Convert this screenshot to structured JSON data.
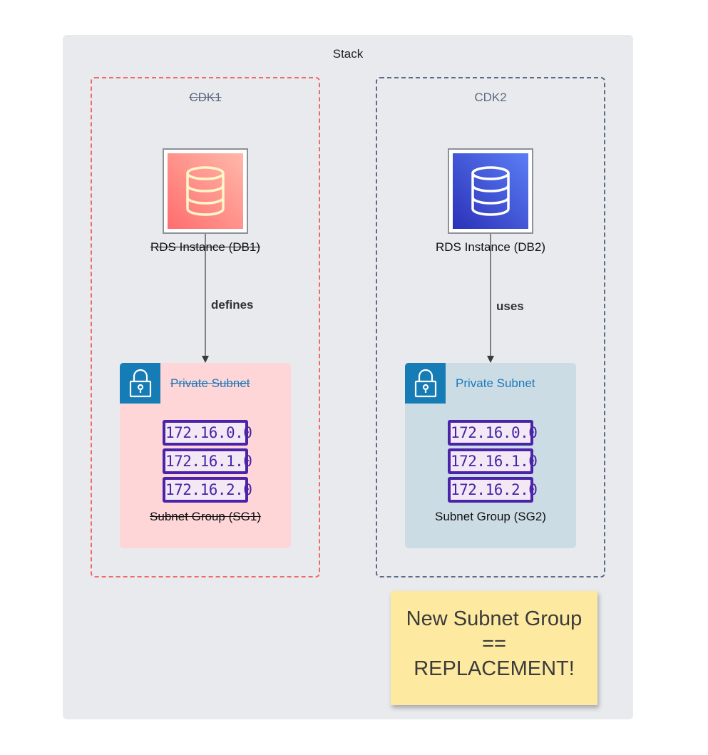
{
  "stack": {
    "title": "Stack"
  },
  "cdk1": {
    "label": "CDK1",
    "rds_label": "RDS Instance (DB1)",
    "edge_label": "defines",
    "subnet_title": "Private Subnet",
    "subnet_group_label": "Subnet Group (SG1)",
    "ips": [
      "172.16.0.0",
      "172.16.1.0",
      "172.16.2.0"
    ]
  },
  "cdk2": {
    "label": "CDK2",
    "rds_label": "RDS Instance (DB2)",
    "edge_label": "uses",
    "subnet_title": "Private Subnet",
    "subnet_group_label": "Subnet Group (SG2)",
    "ips": [
      "172.16.0.0",
      "172.16.1.0",
      "172.16.2.0"
    ]
  },
  "note": {
    "line1": "New Subnet Group",
    "line2": "==",
    "line3": "REPLACEMENT!"
  },
  "colors": {
    "cdk1_border": "#ef6a6a",
    "cdk2_border": "#5d6b85",
    "subnet1_bg": "#fed6d8",
    "subnet2_bg": "#ccdce5",
    "lock_blue": "#167cb5",
    "ip_purple": "#4a23a8",
    "note_bg": "#fde99f"
  },
  "icons": {
    "database": "database-icon",
    "lock": "lock-icon"
  }
}
